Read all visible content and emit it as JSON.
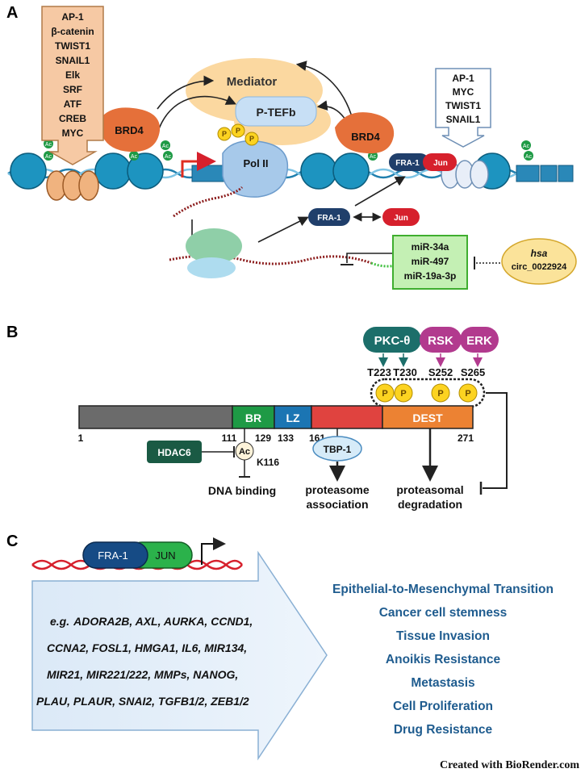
{
  "panelA": {
    "label": "A",
    "tf_left": [
      "AP-1",
      "β-catenin",
      "TWIST1",
      "SNAIL1",
      "Elk",
      "SRF",
      "ATF",
      "CREB",
      "MYC"
    ],
    "tf_right": [
      "AP-1",
      "MYC",
      "TWIST1",
      "SNAIL1"
    ],
    "mediator": "Mediator",
    "ptefb": "P-TEFb",
    "brd4": "BRD4",
    "polii": "Pol II",
    "p": "P",
    "ac": "Ac",
    "fra1": "FRA-1",
    "jun": "Jun",
    "mirnas": [
      "miR-34a",
      "miR-497",
      "miR-19a-3p"
    ],
    "circ_species": "hsa",
    "circ_name": "circ_0022924"
  },
  "panelB": {
    "label": "B",
    "kinases": {
      "pkc": "PKC-θ",
      "rsk": "RSK",
      "erk": "ERK"
    },
    "sites": [
      "T223",
      "T230",
      "S252",
      "S265"
    ],
    "p": "P",
    "domains": {
      "br": "BR",
      "lz": "LZ",
      "dest": "DEST"
    },
    "positions": [
      "1",
      "111",
      "129",
      "133",
      "161",
      "271"
    ],
    "hdac": "HDAC6",
    "ac": "Ac",
    "k116": "K116",
    "dna_binding": "DNA binding",
    "tbp": "TBP-1",
    "proteasome_line1": "proteasome",
    "proteasome_line2": "association",
    "degradation_line1": "proteasomal",
    "degradation_line2": "degradation"
  },
  "panelC": {
    "label": "C",
    "fra1": "FRA-1",
    "jun": "JUN",
    "eg": "e.g.",
    "gene_lines": [
      "ADORA2B, AXL, AURKA, CCND1,",
      "CCNA2, FOSL1, HMGA1, IL6, MIR134,",
      "MIR21, MIR221/222,  MMPs, NANOG,",
      "PLAU, PLAUR, SNAI2, TGFB1/2, ZEB1/2"
    ],
    "outcomes": [
      "Epithelial-to-Mesenchymal Transition",
      "Cancer cell stemness",
      "Tissue Invasion",
      "Anoikis Resistance",
      "Metastasis",
      "Cell Proliferation",
      "Drug Resistance"
    ]
  },
  "credit": "Created with BioRender.com",
  "colors": {
    "orange_box": "#f6c9a4",
    "blue_dna": "#1f7fae",
    "brd4": "#e5703a",
    "mediator": "#fbd8a0",
    "ptefb": "#c7dff5",
    "fra1": "#203f6b",
    "jun": "#d6202c",
    "mirna_box": "#c4f0b4",
    "circ": "#fbe39a",
    "kinase_teal": "#1c6e6a",
    "kinase_pink": "#b23a8e",
    "dest": "#ec8233",
    "outcome_text": "#1f5c8f"
  }
}
